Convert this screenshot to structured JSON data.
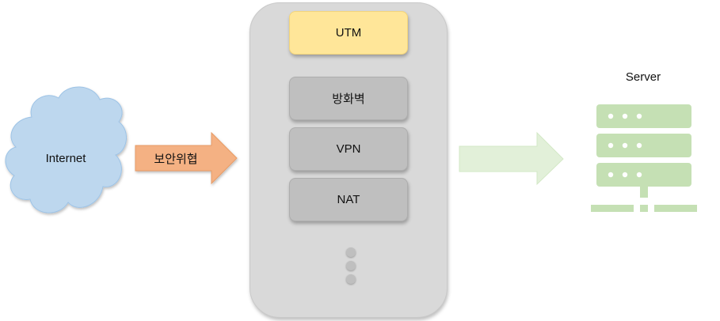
{
  "internet": {
    "label": "Internet"
  },
  "threat_arrow": {
    "label": "보안위협"
  },
  "appliance": {
    "utm_label": "UTM",
    "modules": [
      "방화벽",
      "VPN",
      "NAT"
    ]
  },
  "server": {
    "label": "Server"
  },
  "colors": {
    "cloud": "#bdd7ee",
    "threat_arrow": "#f4b183",
    "utm": "#ffe699",
    "module": "#bfbfbf",
    "appliance": "#d9d9d9",
    "out_arrow": "#e2f0d9",
    "server": "#c5e0b4"
  }
}
